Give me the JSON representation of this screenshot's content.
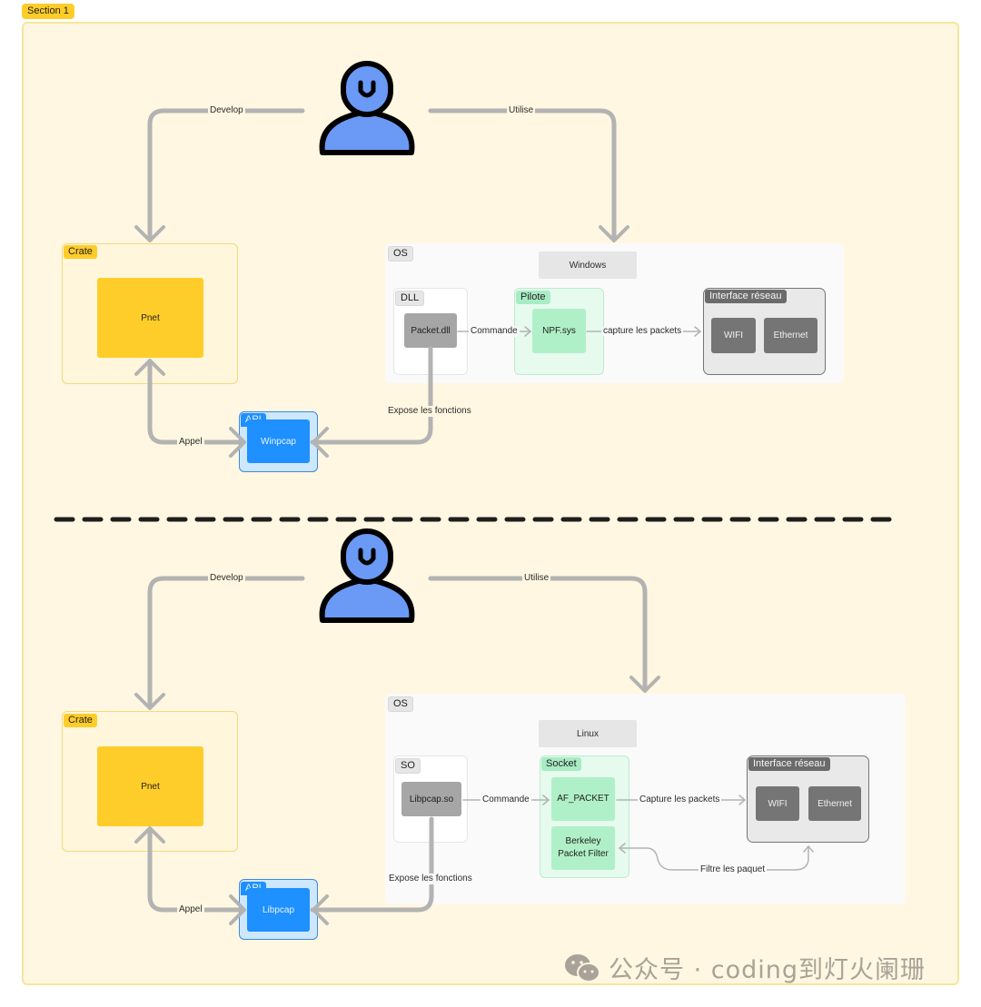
{
  "section": {
    "label": "Section 1"
  },
  "colors": {
    "section_bg": "#fff7e1",
    "section_border": "#f6e59b",
    "crate_tag": "#ffcd29",
    "pnet": "#ffcd29",
    "api": "#1e90ff",
    "green": "#b0f0c8",
    "dark": "#757575",
    "connector": "#b3b3b3",
    "person": "#6a9af5",
    "separator": "#1e1e1e"
  },
  "icons": {
    "user": "person-icon",
    "wechat": "wechat-icon"
  },
  "diagrams": [
    {
      "user_label": "user",
      "edge_develop": "Develop",
      "edge_utilise": "Utilise",
      "crate_tag": "Crate",
      "crate_node": "Pnet",
      "edge_appel": "Appel",
      "api_tag": "API",
      "api_node": "Winpcap",
      "edge_expose": "Expose les fonctions",
      "os_tag": "OS",
      "platform": "Windows",
      "lib_tag": "DLL",
      "lib_node": "Packet.dll",
      "edge_commande": "Commande",
      "driver_tag": "Pilote",
      "driver_node": "NPF.sys",
      "edge_capture": "capture les packets",
      "iface_tag": "Interface réseau",
      "iface_nodes": [
        "WIFI",
        "Ethernet"
      ]
    },
    {
      "user_label": "user",
      "edge_develop": "Develop",
      "edge_utilise": "Utilise",
      "crate_tag": "Crate",
      "crate_node": "Pnet",
      "edge_appel": "Appel",
      "api_tag": "API",
      "api_node": "Libpcap",
      "edge_expose": "Expose les fonctions",
      "os_tag": "OS",
      "platform": "Linux",
      "lib_tag": "SO",
      "lib_node": "Libpcap.so",
      "edge_commande": "Commande",
      "driver_tag": "Socket",
      "driver_node": "AF_PACKET",
      "driver_node_2_line1": "Berkeley",
      "driver_node_2_line2": "Packet Filter",
      "edge_capture": "Capture les packets",
      "edge_filter": "Filtre les paquet",
      "iface_tag": "Interface réseau",
      "iface_nodes": [
        "WIFI",
        "Ethernet"
      ]
    }
  ],
  "watermark": {
    "text": "公众号 · coding到灯火阑珊"
  }
}
